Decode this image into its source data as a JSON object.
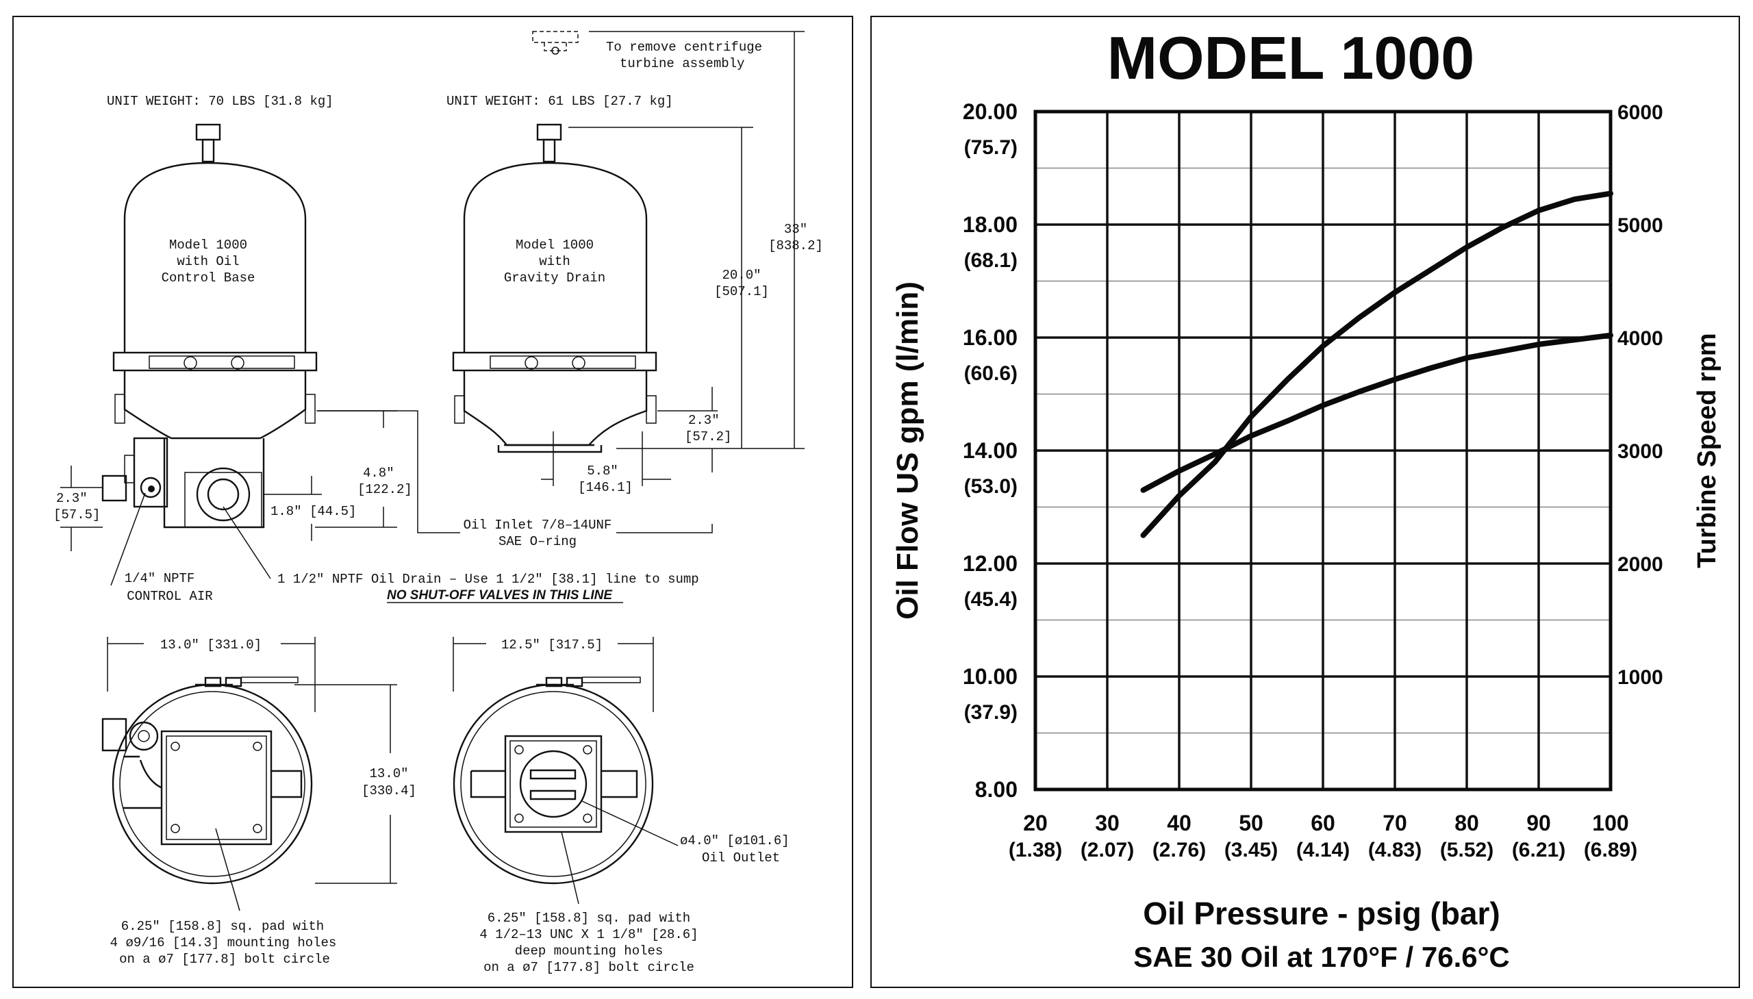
{
  "drawing": {
    "left_unit": {
      "weight": "UNIT WEIGHT: 70 LBS [31.8 kg]",
      "label": [
        "Model 1000",
        "with Oil",
        "Control Base"
      ]
    },
    "right_unit": {
      "weight": "UNIT WEIGHT: 61 LBS [27.7 kg]",
      "label": [
        "Model 1000",
        "with",
        "Gravity Drain"
      ]
    },
    "remove_note": [
      "To remove centrifuge",
      "turbine assembly"
    ],
    "dims": {
      "d33": [
        "33\"",
        "[838.2]"
      ],
      "d20": [
        "20.0\"",
        "[507.1]"
      ],
      "d48": [
        "4.8\"",
        "[122.2]"
      ],
      "d23_left": [
        "2.3\"",
        "[57.5]"
      ],
      "d23_right": [
        "2.3\"",
        "[57.2]"
      ],
      "d18": "1.8\" [44.5]",
      "d58": [
        "5.8\"",
        "[146.1]"
      ],
      "d130_w": "13.0\" [331.0]",
      "d125_w": "12.5\" [317.5]",
      "d130_h": [
        "13.0\"",
        "[330.4]"
      ],
      "d40": [
        "ø4.0\" [ø101.6]",
        "Oil Outlet"
      ]
    },
    "notes": {
      "oil_inlet": [
        "Oil Inlet 7/8–14UNF",
        "SAE O–ring"
      ],
      "control_air": [
        "1/4\" NPTF",
        "CONTROL AIR"
      ],
      "drain": "1 1/2\" NPTF Oil Drain – Use 1 1/2\" [38.1] line to sump",
      "warning": "NO SHUT-OFF VALVES IN THIS LINE",
      "pad_left": [
        "6.25\" [158.8] sq. pad with",
        "4 ø9/16 [14.3] mounting holes",
        "on a ø7 [177.8] bolt circle"
      ],
      "pad_right": [
        "6.25\" [158.8] sq. pad with",
        "4 1/2–13 UNC X 1 1/8\" [28.6]",
        "deep mounting holes",
        "on a ø7 [177.8] bolt circle"
      ]
    }
  },
  "chart_data": {
    "type": "line",
    "title": "MODEL 1000",
    "xlabel": "Oil Pressure - psig (bar)",
    "xlabel2": "SAE 30 Oil at 170°F / 76.6°C",
    "ylabel": "Oil Flow US gpm (l/min)",
    "ylabel_right": "Turbine Speed rpm",
    "xlim": [
      20,
      100
    ],
    "ylim": [
      8,
      20
    ],
    "y2lim": [
      0,
      6000
    ],
    "grid": true,
    "x_ticks": [
      {
        "v": 20,
        "top": "20",
        "bot": "(1.38)"
      },
      {
        "v": 30,
        "top": "30",
        "bot": "(2.07)"
      },
      {
        "v": 40,
        "top": "40",
        "bot": "(2.76)"
      },
      {
        "v": 50,
        "top": "50",
        "bot": "(3.45)"
      },
      {
        "v": 60,
        "top": "60",
        "bot": "(4.14)"
      },
      {
        "v": 70,
        "top": "70",
        "bot": "(4.83)"
      },
      {
        "v": 80,
        "top": "80",
        "bot": "(5.52)"
      },
      {
        "v": 90,
        "top": "90",
        "bot": "(6.21)"
      },
      {
        "v": 100,
        "top": "100",
        "bot": "(6.89)"
      }
    ],
    "y_ticks": [
      {
        "v": 20,
        "top": "20.00",
        "bot": "(75.7)"
      },
      {
        "v": 18,
        "top": "18.00",
        "bot": "(68.1)"
      },
      {
        "v": 16,
        "top": "16.00",
        "bot": "(60.6)"
      },
      {
        "v": 14,
        "top": "14.00",
        "bot": "(53.0)"
      },
      {
        "v": 12,
        "top": "12.00",
        "bot": "(45.4)"
      },
      {
        "v": 10,
        "top": "10.00",
        "bot": "(37.9)"
      },
      {
        "v": 8,
        "top": "8.00",
        "bot": ""
      }
    ],
    "y2_ticks": [
      {
        "v": 6000,
        "label": "6000"
      },
      {
        "v": 5000,
        "label": "5000"
      },
      {
        "v": 4000,
        "label": "4000"
      },
      {
        "v": 3000,
        "label": "3000"
      },
      {
        "v": 2000,
        "label": "2000"
      },
      {
        "v": 1000,
        "label": "1000"
      }
    ],
    "series": [
      {
        "axis": "left",
        "points": [
          [
            35,
            12.5
          ],
          [
            40,
            13.2
          ],
          [
            45,
            13.8
          ],
          [
            50,
            14.6
          ],
          [
            55,
            15.25
          ],
          [
            60,
            15.85
          ],
          [
            65,
            16.35
          ],
          [
            70,
            16.8
          ],
          [
            75,
            17.2
          ],
          [
            80,
            17.6
          ],
          [
            85,
            17.95
          ],
          [
            90,
            18.25
          ],
          [
            95,
            18.45
          ],
          [
            100,
            18.55
          ]
        ]
      },
      {
        "axis": "right",
        "points": [
          [
            35,
            2650
          ],
          [
            40,
            2820
          ],
          [
            45,
            2970
          ],
          [
            50,
            3130
          ],
          [
            55,
            3260
          ],
          [
            60,
            3400
          ],
          [
            65,
            3520
          ],
          [
            70,
            3630
          ],
          [
            75,
            3730
          ],
          [
            80,
            3820
          ],
          [
            85,
            3880
          ],
          [
            90,
            3940
          ],
          [
            95,
            3980
          ],
          [
            100,
            4020
          ]
        ]
      }
    ]
  }
}
